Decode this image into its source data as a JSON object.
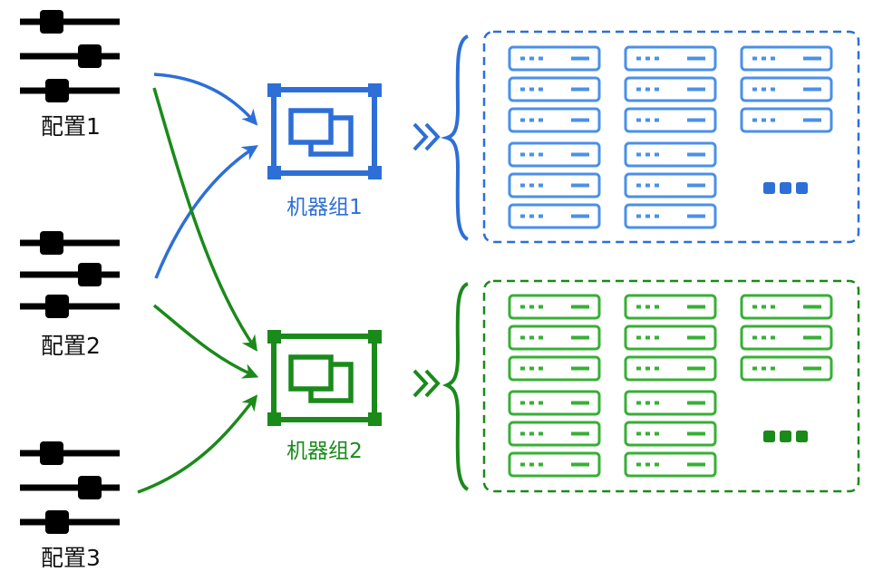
{
  "configs": [
    {
      "label": "配置1"
    },
    {
      "label": "配置2"
    },
    {
      "label": "配置3"
    }
  ],
  "groups": [
    {
      "label": "机器组1",
      "color": "#2d6fd6",
      "server_color": "#4a90e8",
      "server_count": 15
    },
    {
      "label": "机器组2",
      "color": "#1a8a1a",
      "server_color": "#37b035",
      "server_count": 15
    }
  ],
  "links": [
    {
      "from": "配置1",
      "to": "机器组1"
    },
    {
      "from": "配置1",
      "to": "机器组2"
    },
    {
      "from": "配置2",
      "to": "机器组1"
    },
    {
      "from": "配置2",
      "to": "机器组2"
    },
    {
      "from": "配置3",
      "to": "机器组2"
    }
  ],
  "icons": {
    "config": "sliders-icon",
    "group": "machine-group-icon",
    "server": "server-rack-icon",
    "more": "ellipsis-icon",
    "arrow": "double-chevron-right-icon"
  },
  "colors": {
    "config_icon": "#000000"
  }
}
